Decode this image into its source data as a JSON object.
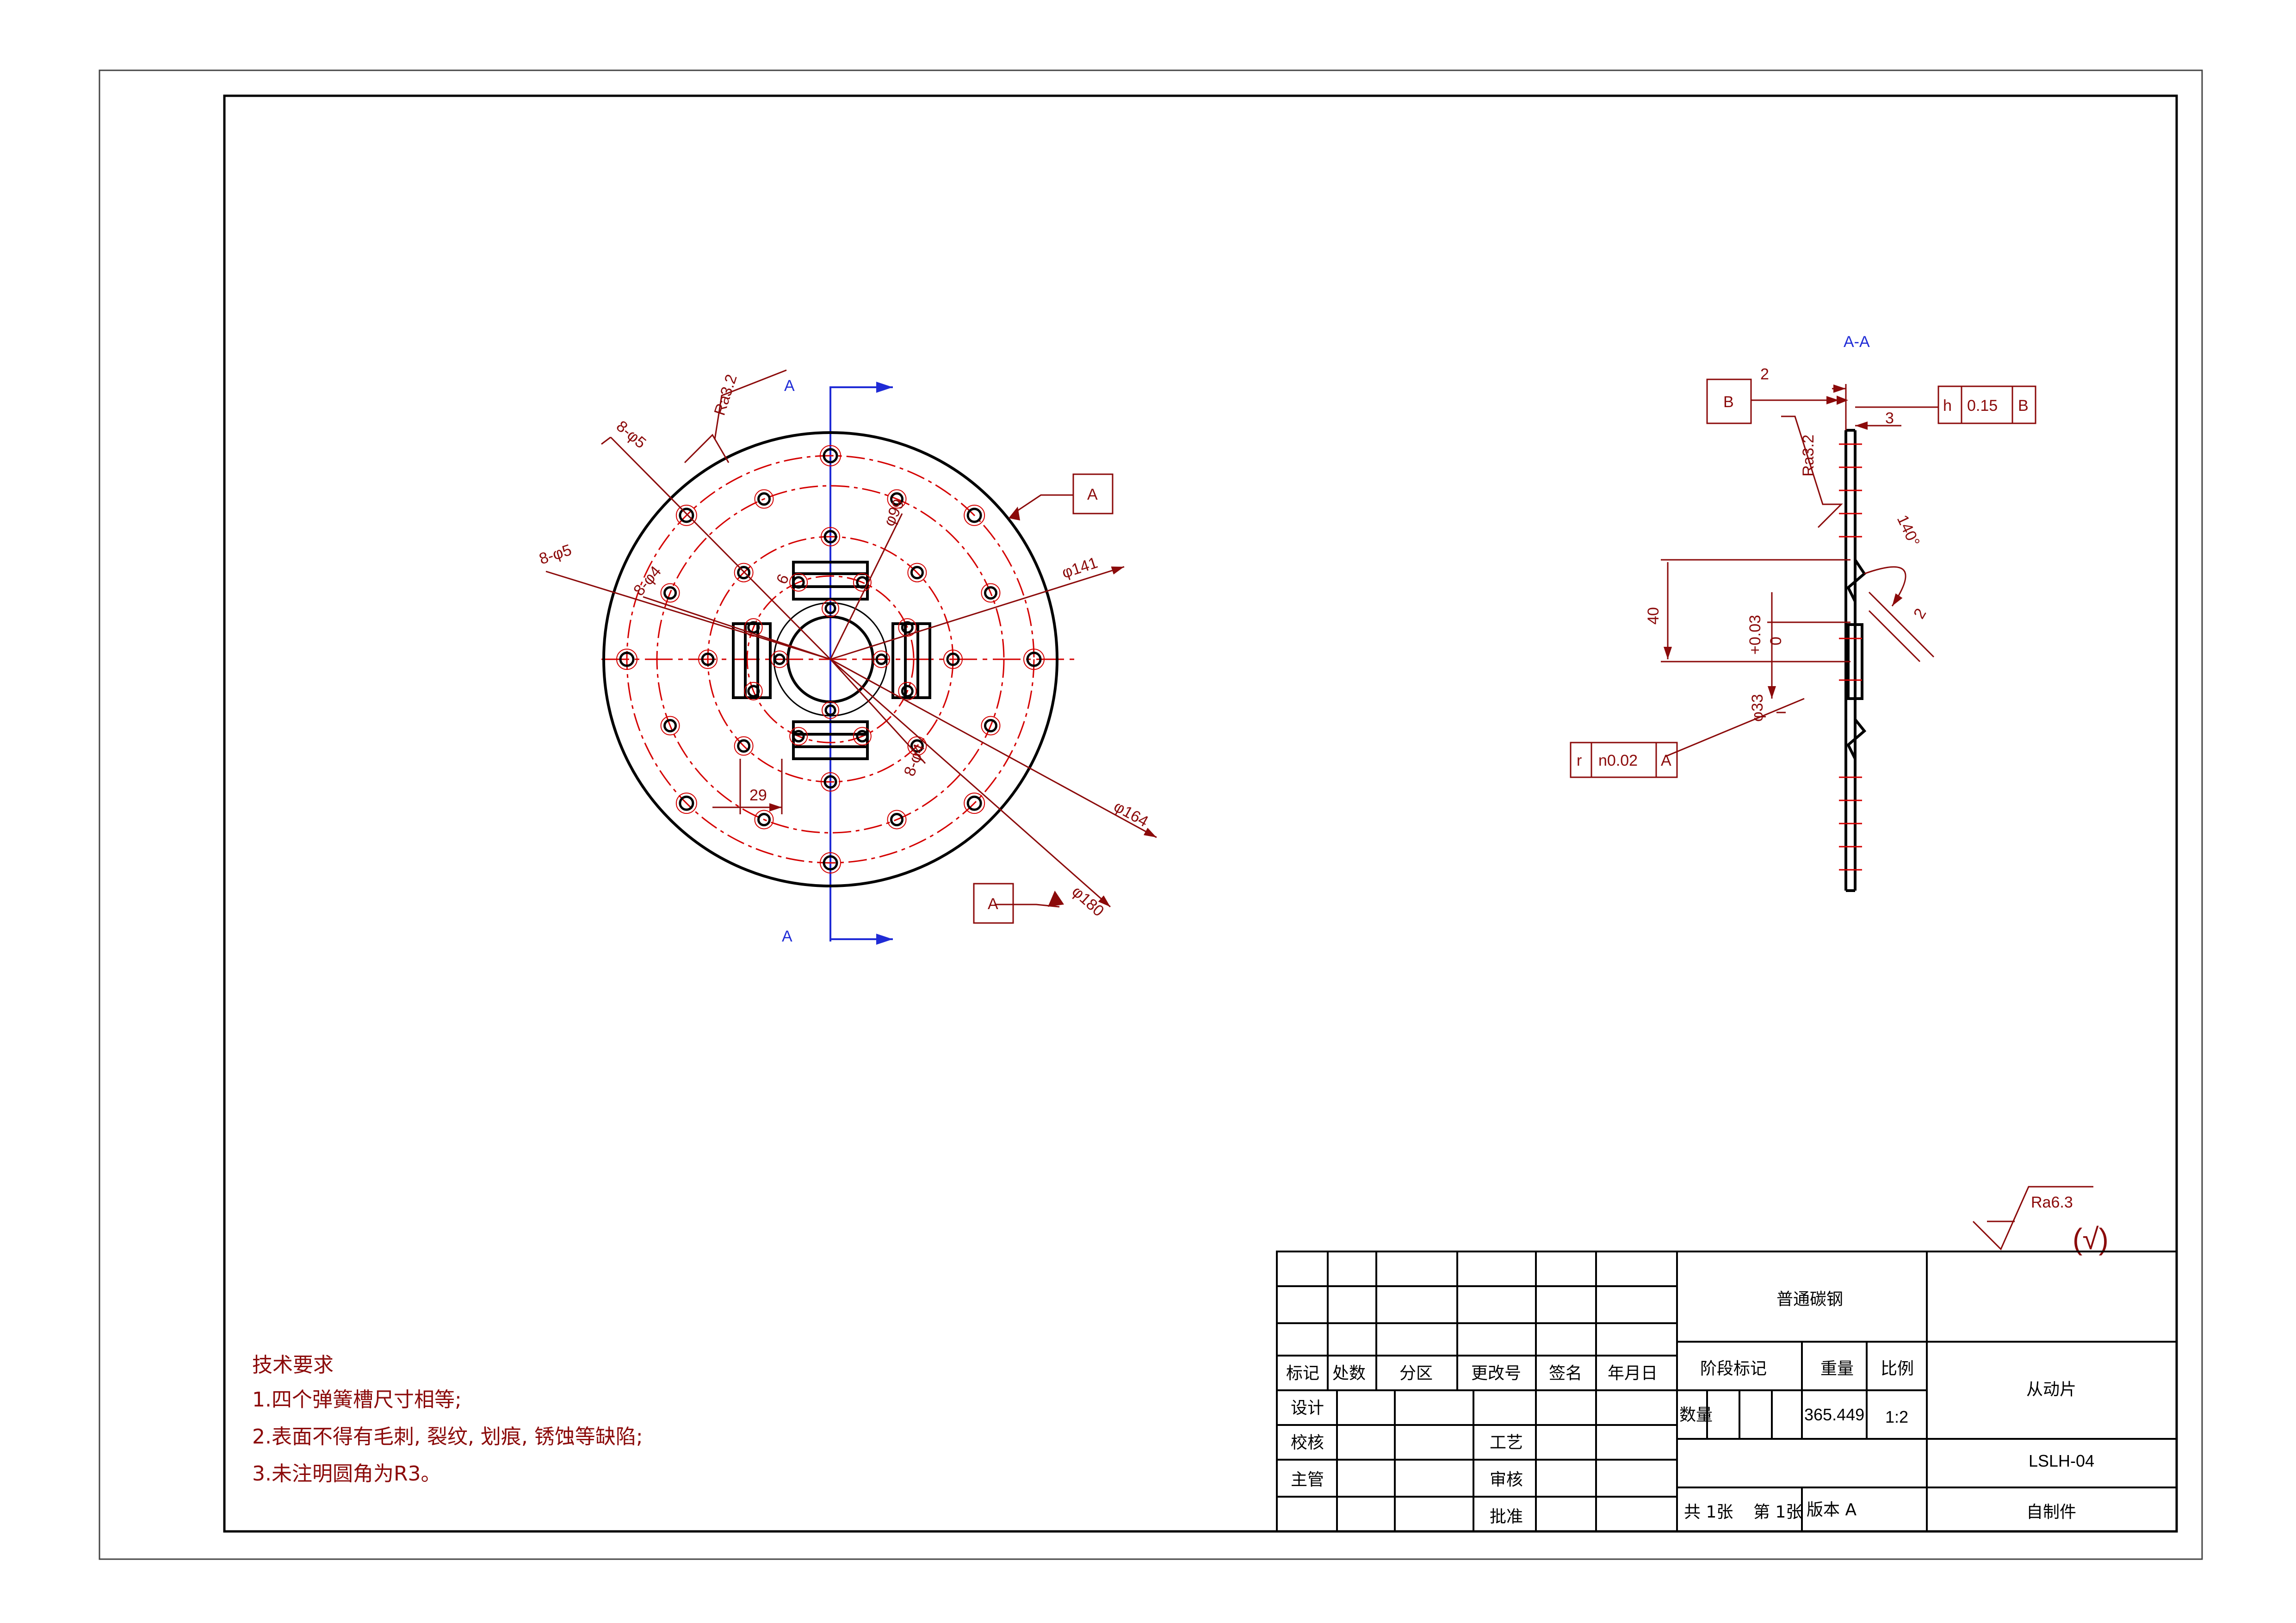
{
  "front_view": {
    "section_label_top": "A",
    "section_label_bottom": "A",
    "roughness_top": "Ra3.2",
    "roughness_top_datum": "A",
    "datum_right": "A",
    "datum_bottom": "A",
    "dim_8_phi5_a": "8-φ5",
    "dim_8_phi5_b": "8-φ5",
    "dim_8_phi4_a": "8-φ4",
    "dim_8_phi4_b": "8-φ4",
    "dim_phi99": "φ99",
    "dim_phi141": "φ141",
    "dim_phi164": "φ164",
    "dim_phi180": "φ180",
    "dim_29": "29",
    "dim_6": "6"
  },
  "section_view": {
    "title": "A-A",
    "datum_b": "B",
    "dim_2_top": "2",
    "dim_3": "3",
    "tol_symbol": "h",
    "tol_value": "0.15",
    "tol_datum": "B",
    "roughness": "Ra3.2",
    "angle": "140°",
    "dim_2_side": "2",
    "dim_40": "40",
    "tol_plus": "+0.03",
    "tol_zero": "0",
    "dim_phi33": "φ33",
    "runout_symbol": "r",
    "runout_value": "n0.02",
    "runout_datum": "A"
  },
  "general_roughness": {
    "value": "Ra6.3",
    "check": "(√)"
  },
  "technical_requirements": {
    "title": "技术要求",
    "items": [
      "1.四个弹簧槽尺寸相等;",
      "2.表面不得有毛刺, 裂纹, 划痕, 锈蚀等缺陷;",
      "3.未注明圆角为R3。"
    ]
  },
  "title_block": {
    "rev_headers": [
      "标记",
      "处数",
      "分区",
      "更改号",
      "签名",
      "年月日"
    ],
    "roles_left": [
      "设计",
      "校核",
      "主管"
    ],
    "roles_mid": [
      "工艺",
      "审核",
      "批准"
    ],
    "material": "普通碳钢",
    "stage_label": "阶段标记",
    "weight_label": "重量",
    "scale_label": "比例",
    "quantity_label": "数量",
    "weight_value": "365.449",
    "scale_value": "1:2",
    "sheets_total": "共 1张",
    "sheet_no": "第 1张",
    "version": "版本  A",
    "part_name": "从动片",
    "drawing_no": "LSLH-04",
    "source": "自制件"
  },
  "colors": {
    "outline": "#000000",
    "dimension": "#8b0a0a",
    "centerline": "#d40000",
    "section_arrow": "#1f2bd6"
  }
}
